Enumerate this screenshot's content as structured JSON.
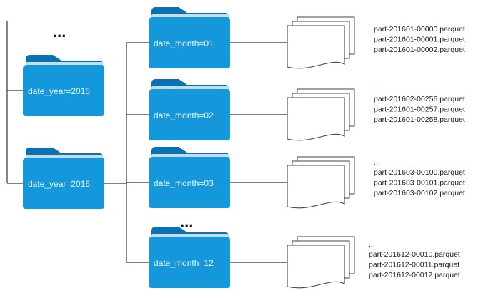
{
  "colors": {
    "folder_body": "#1598db",
    "folder_tab": "#0a72b0",
    "folder_paper": "#c8dbe6",
    "line": "#333333"
  },
  "years": {
    "ellipsis": "...",
    "folders": [
      {
        "label": "date_year=2015"
      },
      {
        "label": "date_year=2016"
      }
    ]
  },
  "months": {
    "ellipsis": "...",
    "folders": [
      {
        "label": "date_month=01",
        "files": [
          "part-201601-00000.parquet",
          "part-201601-00001.parquet",
          "part-201601-00002.parquet"
        ],
        "more": ""
      },
      {
        "label": "date_month=02",
        "files": [
          "part-201602-00256.parquet",
          "part-201601-00257.parquet",
          "part-201601-00258.parquet"
        ],
        "more": "..."
      },
      {
        "label": "date_month=03",
        "files": [
          "part-201603-00100.parquet",
          "part-201603-00101.parquet",
          "part-201603-00102.parquet"
        ],
        "more": "..."
      },
      {
        "label": "date_month=12",
        "files": [
          "part-201612-00010.parquet",
          "part-201612-00011.parquet",
          "part-201612-00012.parquet"
        ],
        "more": "..."
      }
    ]
  }
}
